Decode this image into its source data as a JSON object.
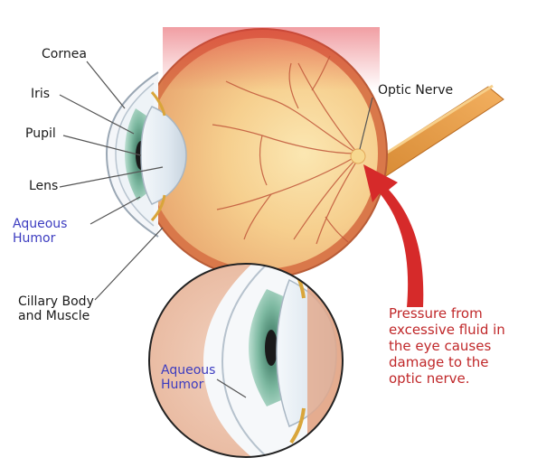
{
  "labels": {
    "cornea": "Cornea",
    "iris": "Iris",
    "pupil": "Pupil",
    "lens": "Lens",
    "aqueous_humor_line1": "Aqueous",
    "aqueous_humor_line2": "Humor",
    "cillary_line1": "Cillary Body",
    "cillary_line2": "and Muscle",
    "optic_nerve": "Optic Nerve",
    "inset_aqueous_line1": "Aqueous",
    "inset_aqueous_line2": "Humor"
  },
  "callout": {
    "lines": [
      "Pressure from",
      "excessive fluid in",
      "the eye causes",
      "damage to the",
      "optic nerve."
    ]
  },
  "colors": {
    "label_text": "#1a1a1a",
    "aqueous_text": "#3c3cc0",
    "callout_text": "#c0282a",
    "arrow": "#d62a2a",
    "sclera": "#d9784a",
    "retina": "#f4c98c"
  }
}
